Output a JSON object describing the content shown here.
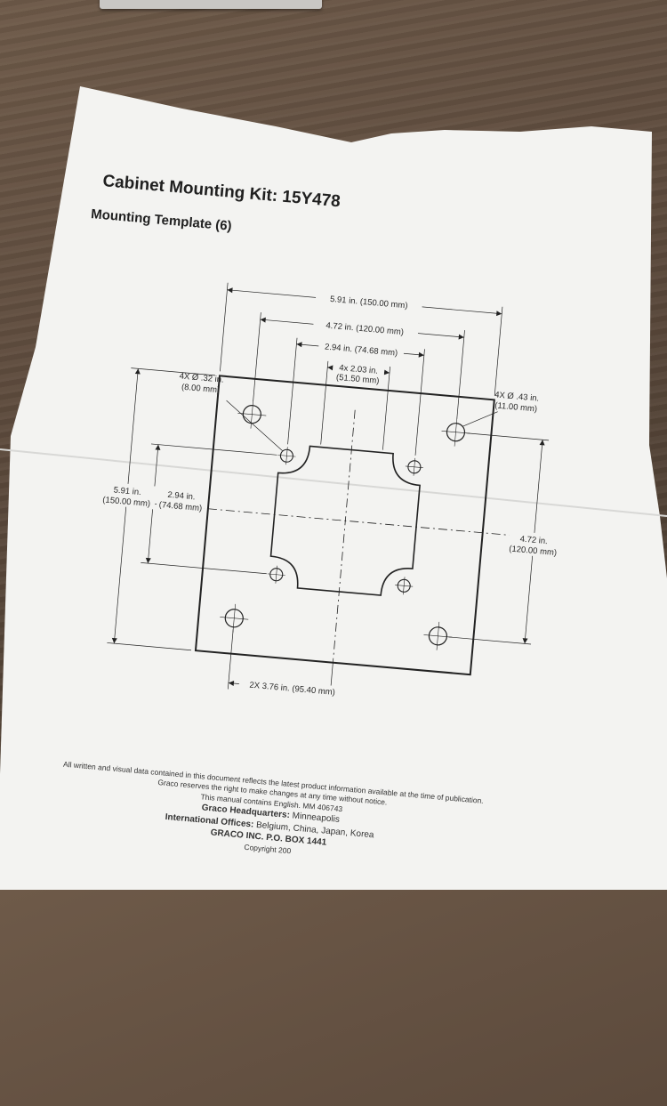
{
  "document": {
    "title": "Cabinet Mounting Kit: 15Y478",
    "subtitle": "Mounting Template (6)"
  },
  "dimensions": {
    "top_outer": "5.91 in. (150.00 mm)",
    "top_holes": "4.72 in. (120.00 mm)",
    "top_inner": "2.94 in. (74.68 mm)",
    "top_center_line1": "4x 2.03 in.",
    "top_center_line2": "(51.50 mm)",
    "small_hole_line1": "4X Ø .32 in.",
    "small_hole_line2": "(8.00 mm)",
    "large_hole_line1": "4X Ø .43 in.",
    "large_hole_line2": "(11.00 mm)",
    "left_outer_line1": "5.91 in.",
    "left_outer_line2": "(150.00 mm)",
    "left_inner_line1": "2.94 in.",
    "left_inner_line2": "(74.68 mm)",
    "right_holes_line1": "4.72 in.",
    "right_holes_line2": "(120.00 mm)",
    "bottom": "2X 3.76 in. (95.40 mm)"
  },
  "footer": {
    "line1": "All written and visual data contained in this document reflects the latest product information available at the time of publication.",
    "line2": "Graco reserves the right to make changes at any time without notice.",
    "line3": "This manual contains English. MM 406743",
    "hq_label": "Graco Headquarters:",
    "hq_value": "Minneapolis",
    "intl_label": "International Offices:",
    "intl_value": "Belgium, China, Japan, Korea",
    "address": "GRACO INC. P.O. BOX 1441",
    "copyright": "Copyright 200"
  }
}
